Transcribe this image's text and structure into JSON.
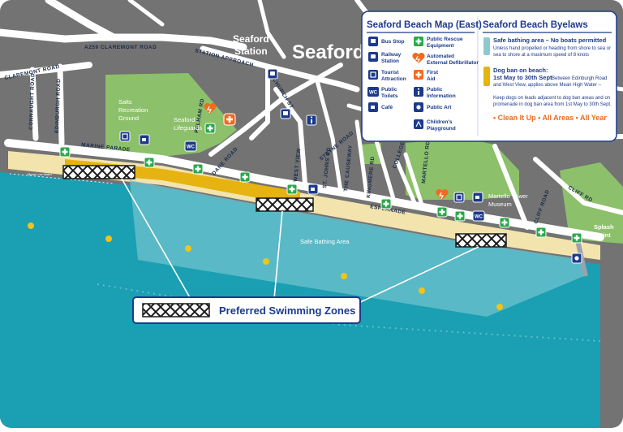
{
  "map": {
    "town_label": "Seaford",
    "station_label_line1": "Seaford",
    "station_label_line2": "Station",
    "roads": {
      "a259": "A259 CLAREMONT ROAD",
      "station_approach": "STATION APPROACH",
      "claremont": "CLAREMONT ROAD",
      "connaught": "CONNAUGHT ROAD",
      "edinburgh": "EDINBURGH ROAD",
      "marine_parade": "MARINE PARADE",
      "dane": "DANE ROAD",
      "church": "CHURCH ST",
      "west_view": "WEST VIEW",
      "st_johns": "ST. JOHNS RD",
      "the_causeway": "THE CAUSEWAY",
      "steyne": "STEYNE ROAD",
      "pelham": "PELHAM RD",
      "kingmere": "KINGMERE RD",
      "college": "COLLEGE RD",
      "martello": "MARTELLO RD",
      "esplanade": "ESPLANADE",
      "cliff_road": "CLIFF ROAD",
      "cliff_rd": "CLIFF RD"
    },
    "areas": {
      "salts_line1": "Salts",
      "salts_line2": "Recreation",
      "salts_line3": "Ground",
      "lifeguards_line1": "Seaford",
      "lifeguards_line2": "Lifeguards",
      "martello_line1": "Martello Tower",
      "martello_line2": "Museum",
      "splash_line1": "Splash",
      "splash_line2": "Point",
      "safe_bathing": "Safe Bathing Area",
      "low_water": "Mean Low Water"
    },
    "icon_text": {
      "wc": "WC"
    }
  },
  "legend": {
    "title": "Seaford Beach Map (East)",
    "items": [
      {
        "icon": "bus-stop-icon",
        "label_line1": "Bus Stop",
        "label_line2": ""
      },
      {
        "icon": "railway-station-icon",
        "label_line1": "Railway",
        "label_line2": "Station"
      },
      {
        "icon": "tourist-attraction-icon",
        "label_line1": "Tourist",
        "label_line2": "Attraction"
      },
      {
        "icon": "public-toilets-icon",
        "label_line1": "Public",
        "label_line2": "Toilets"
      },
      {
        "icon": "cafe-icon",
        "label_line1": "Café",
        "label_line2": ""
      },
      {
        "icon": "rescue-equipment-icon",
        "label_line1": "Public Rescue",
        "label_line2": "Equipment"
      },
      {
        "icon": "defibrillator-icon",
        "label_line1": "Automated",
        "label_line2": "External Defibrillator"
      },
      {
        "icon": "first-aid-icon",
        "label_line1": "First",
        "label_line2": "Aid"
      },
      {
        "icon": "information-icon",
        "label_line1": "Public",
        "label_line2": "Information"
      },
      {
        "icon": "public-art-icon",
        "label_line1": "Public Art",
        "label_line2": ""
      },
      {
        "icon": "playground-icon",
        "label_line1": "Children's",
        "label_line2": "Playground"
      }
    ]
  },
  "byelaws": {
    "title": "Seaford Beach Byelaws",
    "safe_title": "Safe bathing area – No boats permitted",
    "safe_text_line1": "Unless hand propelled or heading from shore to sea or",
    "safe_text_line2": "sea to shore at a maximum speed of 8 knots",
    "dog_title": "Dog ban on beach:",
    "dog_dates": "1st May to 30th Sept",
    "dog_between": "Between Edinburgh Road",
    "dog_text_line1": "and West View, applies above Mean High Water –",
    "dog_text_line2": "Keep dogs on leads adjacent to dog ban areas and on",
    "dog_text_line3": "promenade in dog ban area from 1st May to 30th Sept.",
    "slogan": "• Clean It Up • All Areas • All Year",
    "colors": {
      "safe": "#8fc9cf",
      "dog": "#e6b310",
      "slogan": "#f06a1f"
    }
  },
  "swim_callout": {
    "label": "Preferred Swimming Zones"
  },
  "colors": {
    "sea": "#1b9fb2",
    "safe_area": "#69bfca",
    "land": "#737373",
    "green": "#8cc06a",
    "beach": "#f3e3ad",
    "navy": "#1c3a8c",
    "buoy": "#f0c419"
  }
}
